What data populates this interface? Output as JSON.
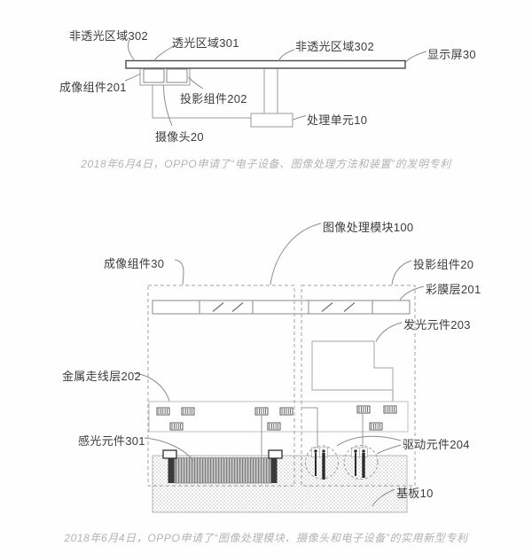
{
  "figure1": {
    "labels": {
      "non_transparent_left": "非透光区域302",
      "transparent": "透光区域301",
      "non_transparent_right": "非透光区域302",
      "display": "显示屏30",
      "imaging": "成像组件201",
      "projection": "投影组件202",
      "camera": "摄像头20",
      "processor": "处理单元10"
    },
    "caption": "2018年6月4日，OPPO申请了“电子设备、图像处理方法和装置”的发明专利"
  },
  "figure2": {
    "labels": {
      "image_module": "图像处理模块100",
      "imaging": "成像组件30",
      "projection": "投影组件20",
      "color_film": "彩膜层201",
      "light_emitter": "发光元件203",
      "metal_trace": "金属走线层202",
      "photo_sensor": "感光元件301",
      "driver": "驱动元件204",
      "substrate": "基板10"
    },
    "caption": "2018年6月4日，OPPO申请了“图像处理模块、摄像头和电子设备”的实用新型专利"
  },
  "colors": {
    "diagram_line": "#8c8c8c",
    "dark_line": "#4a4a4a",
    "light_line": "#b5b5b5",
    "label_text": "#3d3d3d",
    "caption_text": "#b3b3b3",
    "background": "#fefefe"
  }
}
